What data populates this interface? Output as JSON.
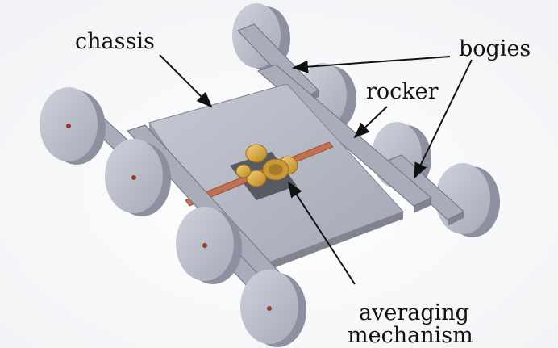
{
  "labels": {
    "chassis": "chassis",
    "bogies": "bogies",
    "rocker": "rocker",
    "averaging": "averaging",
    "mechanism": "mechanism"
  },
  "colors": {
    "wheel_face": "#b9bcc8",
    "wheel_side": "#8d90a0",
    "plate": "#aeb2bf",
    "plate_edge": "#7f8393",
    "bar": "#a9adba",
    "bar_edge": "#6f7383",
    "axle": "#c2704e",
    "gear": "#d9a53a",
    "arrow": "#111111"
  }
}
